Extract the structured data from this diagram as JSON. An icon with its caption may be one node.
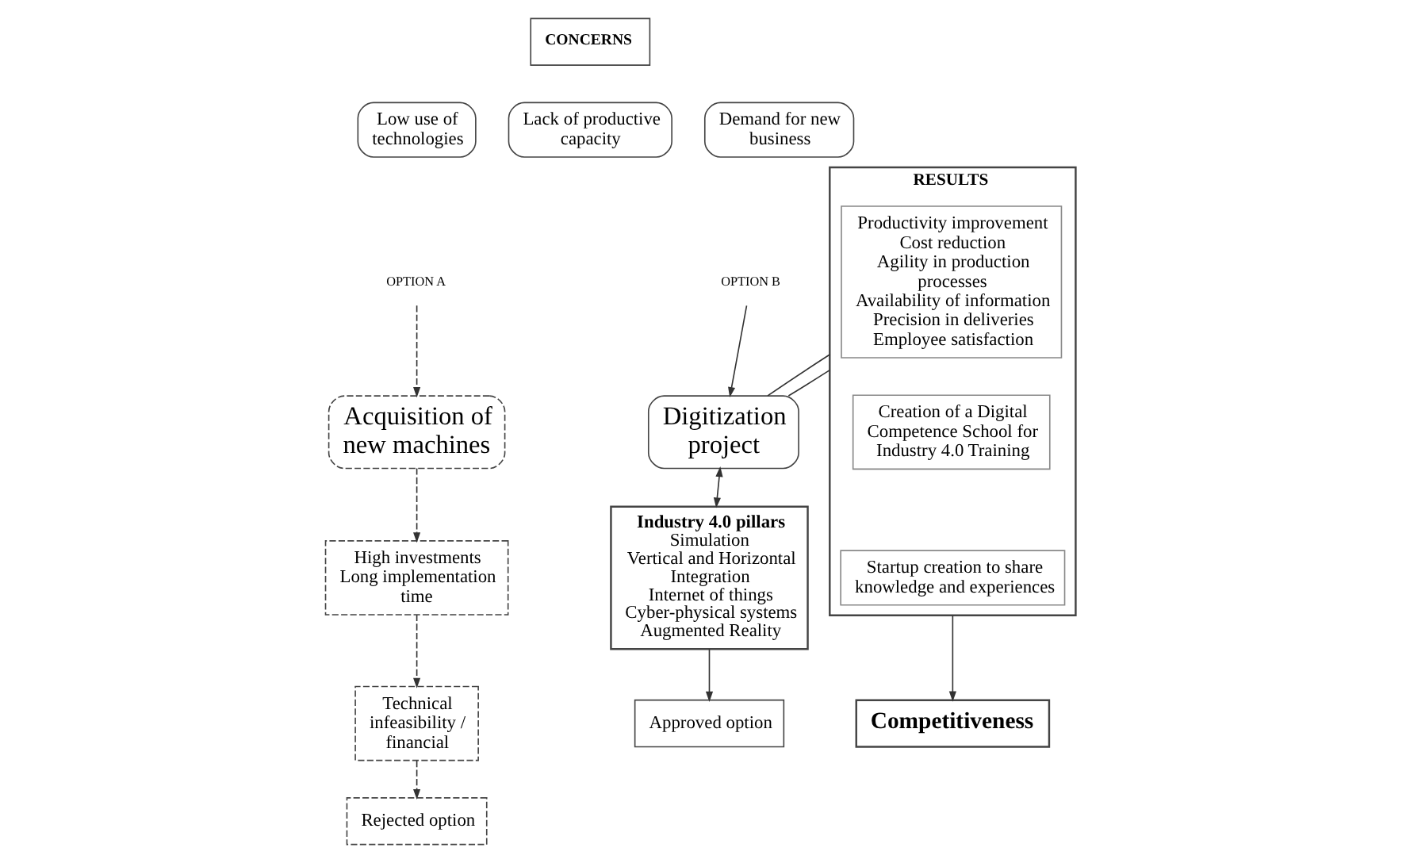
{
  "diagram": {
    "nodes": [
      {
        "text": [
          "CONCERNS"
        ]
      },
      {
        "text": [
          "Low use of technologies"
        ]
      },
      {
        "text": [
          "Lack of productive capacity"
        ]
      },
      {
        "text": [
          "Demand for new business"
        ]
      },
      {
        "text": [
          "OPTION A"
        ]
      },
      {
        "text": [
          "Acquisition of new machines"
        ]
      },
      {
        "text": [
          "High investments",
          "Long implementation time"
        ]
      },
      {
        "text": [
          "Technical infeasibility / financial"
        ]
      },
      {
        "text": [
          "Rejected option"
        ]
      },
      {
        "text": [
          "OPTION B"
        ]
      },
      {
        "text": [
          "Digitization project"
        ]
      },
      {
        "text": [
          "Industry 4.0 pillars",
          "Simulation",
          "Vertical and Horizontal Integration",
          "Internet of things",
          "Cyber-physical systems",
          "Augmented Reality"
        ]
      },
      {
        "text": [
          "Approved option"
        ]
      },
      {
        "text": [
          "RESULTS"
        ]
      },
      {
        "text": [
          "Productivity improvement",
          "Cost reduction",
          "Agility in production processes",
          "Availability of information",
          "Precision in deliveries",
          "Employee satisfaction"
        ],
        "in": 13
      },
      {
        "text": [
          "Creation of a Digital Competence School for Industry 4.0 Training"
        ],
        "in": 13
      },
      {
        "text": [
          "Startup creation to share knowledge and experiences"
        ],
        "in": 13
      },
      {
        "text": [
          "Competitiveness"
        ]
      }
    ],
    "edges": [
      {
        "from": 4,
        "to": 5,
        "arrow": "to",
        "style": "dashed"
      },
      {
        "from": 5,
        "to": 6,
        "arrow": "to",
        "style": "dashed"
      },
      {
        "from": 6,
        "to": 7,
        "arrow": "to",
        "style": "dashed"
      },
      {
        "from": 7,
        "to": 8,
        "arrow": "to",
        "style": "dashed"
      },
      {
        "from": 9,
        "to": 10,
        "arrow": "to"
      },
      {
        "from": 10,
        "to": 11,
        "arrow": "both"
      },
      {
        "from": 11,
        "to": 12,
        "arrow": "to"
      },
      {
        "from": 10,
        "to": 13,
        "arrow": "none"
      },
      {
        "from": 10,
        "to": 13,
        "arrow": "none"
      },
      {
        "from": 13,
        "to": 17,
        "arrow": "to"
      }
    ]
  }
}
